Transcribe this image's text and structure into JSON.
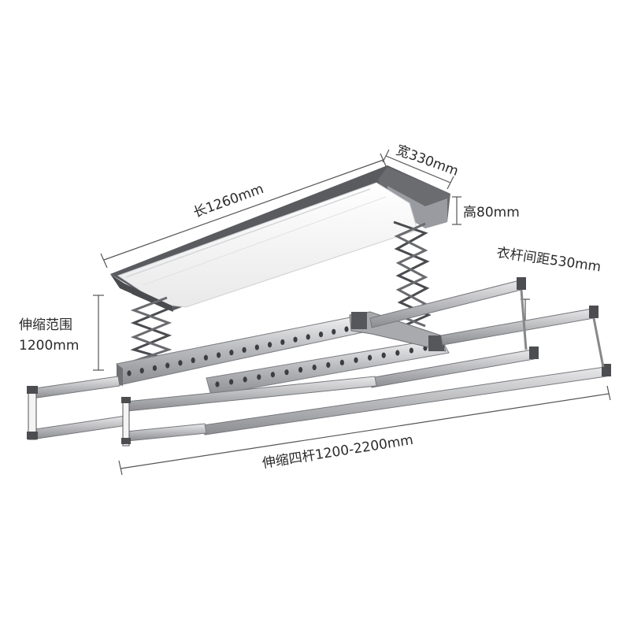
{
  "product": {
    "dimensions": {
      "length": "长1260mm",
      "width": "宽330mm",
      "height": "高80mm",
      "pole_spacing": "衣杆间距530mm",
      "lift_range_line1": "伸缩范围",
      "lift_range_line2": "1200mm",
      "telescopic_poles": "伸缩四杆1200-2200mm"
    }
  }
}
